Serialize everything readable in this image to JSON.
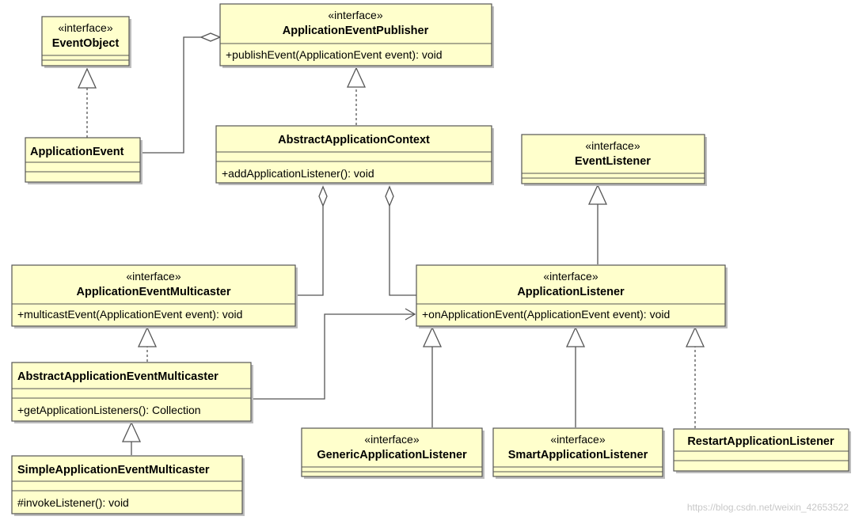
{
  "stereotype": "«interface»",
  "classes": {
    "event_object": {
      "stereotype": "«interface»",
      "name": "EventObject",
      "members": []
    },
    "application_event_publisher": {
      "stereotype": "«interface»",
      "name": "ApplicationEventPublisher",
      "members": [
        "+publishEvent(ApplicationEvent event): void"
      ]
    },
    "application_event": {
      "name": "ApplicationEvent",
      "members": []
    },
    "abstract_application_context": {
      "name": "AbstractApplicationContext",
      "members": [
        "+addApplicationListener(): void"
      ]
    },
    "event_listener": {
      "stereotype": "«interface»",
      "name": "EventListener",
      "members": []
    },
    "application_event_multicaster": {
      "stereotype": "«interface»",
      "name": "ApplicationEventMulticaster",
      "members": [
        "+multicastEvent(ApplicationEvent event): void"
      ]
    },
    "application_listener": {
      "stereotype": "«interface»",
      "name": "ApplicationListener",
      "members": [
        "+onApplicationEvent(ApplicationEvent event): void"
      ]
    },
    "abstract_application_event_multicaster": {
      "name": "AbstractApplicationEventMulticaster",
      "members": [
        "+getApplicationListeners(): Collection"
      ]
    },
    "simple_application_event_multicaster": {
      "name": "SimpleApplicationEventMulticaster",
      "members": [
        "#invokeListener(): void"
      ]
    },
    "generic_application_listener": {
      "stereotype": "«interface»",
      "name": "GenericApplicationListener",
      "members": []
    },
    "smart_application_listener": {
      "stereotype": "«interface»",
      "name": "SmartApplicationListener",
      "members": []
    },
    "restart_application_listener": {
      "name": "RestartApplicationListener",
      "members": []
    }
  },
  "relationships": [
    {
      "from": "application_event",
      "to": "event_object",
      "type": "realization"
    },
    {
      "from": "abstract_application_context",
      "to": "application_event_publisher",
      "type": "realization"
    },
    {
      "from": "application_event",
      "to": "application_event_publisher",
      "type": "aggregation"
    },
    {
      "from": "application_event_multicaster",
      "to": "abstract_application_context",
      "type": "aggregation"
    },
    {
      "from": "application_listener",
      "to": "abstract_application_context",
      "type": "aggregation"
    },
    {
      "from": "application_listener",
      "to": "event_listener",
      "type": "generalization"
    },
    {
      "from": "abstract_application_event_multicaster",
      "to": "application_event_multicaster",
      "type": "realization"
    },
    {
      "from": "simple_application_event_multicaster",
      "to": "abstract_application_event_multicaster",
      "type": "generalization"
    },
    {
      "from": "abstract_application_event_multicaster",
      "to": "application_listener",
      "type": "association"
    },
    {
      "from": "generic_application_listener",
      "to": "application_listener",
      "type": "generalization"
    },
    {
      "from": "smart_application_listener",
      "to": "application_listener",
      "type": "generalization"
    },
    {
      "from": "restart_application_listener",
      "to": "application_listener",
      "type": "realization"
    }
  ],
  "watermark": "https://blog.csdn.net/weixin_42653522"
}
